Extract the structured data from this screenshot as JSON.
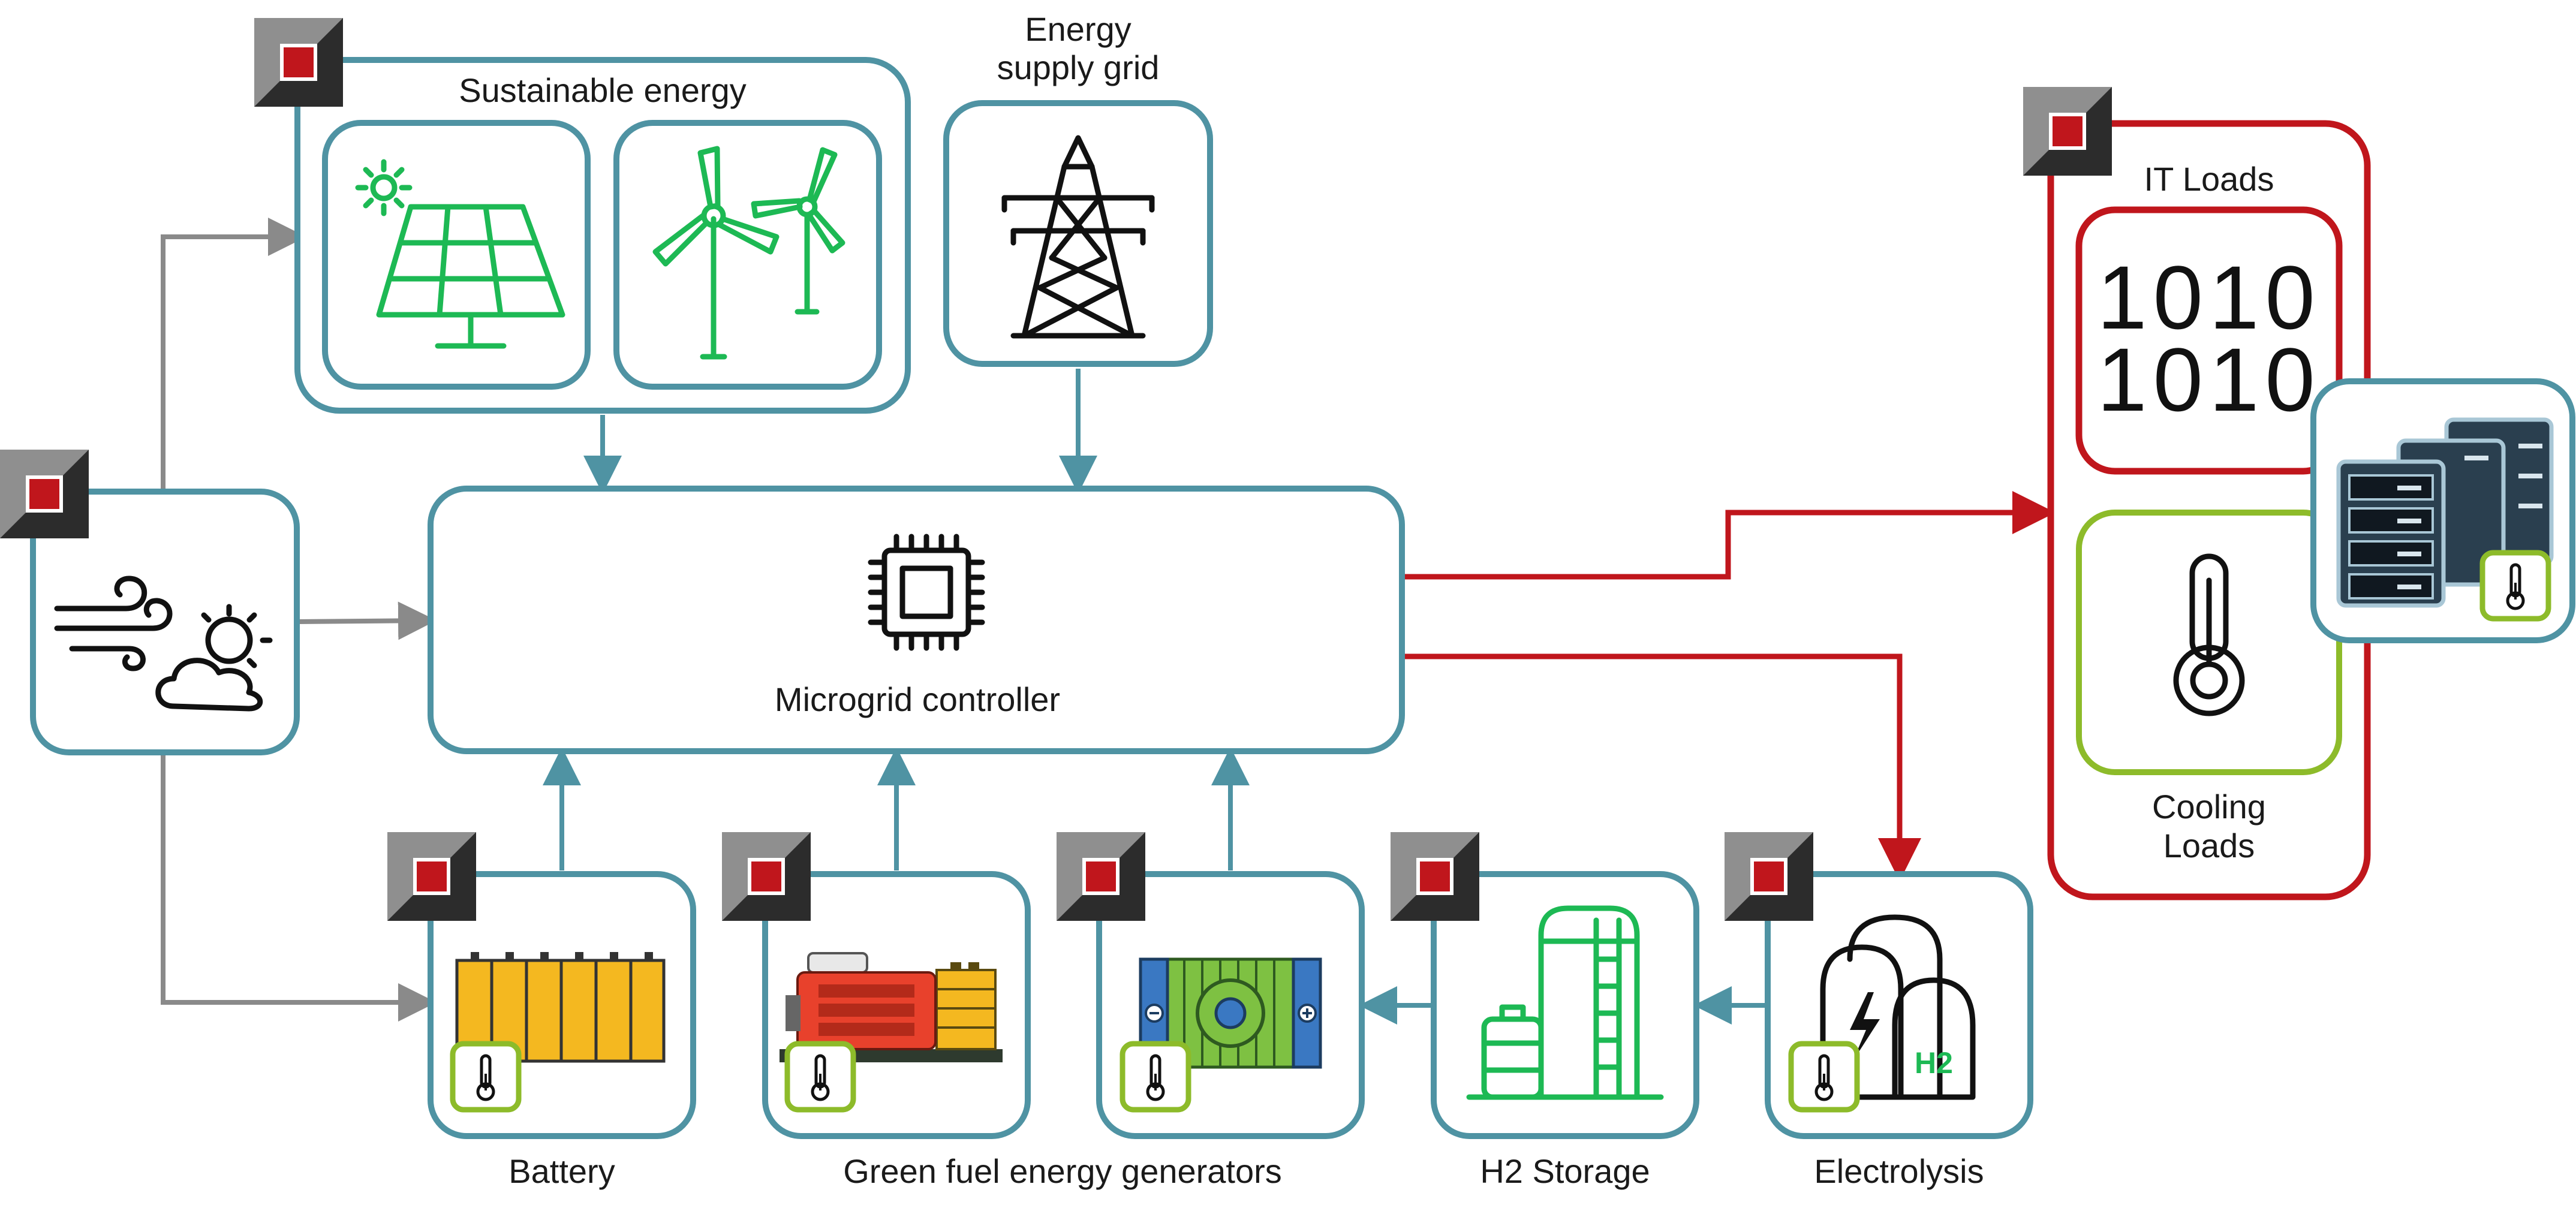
{
  "labels": {
    "sustainable_energy": "Sustainable energy",
    "grid_line1": "Energy",
    "grid_line2": "supply grid",
    "controller": "Microgrid controller",
    "it_loads": "IT Loads",
    "cooling_line1": "Cooling",
    "cooling_line2": "Loads",
    "battery": "Battery",
    "generators": "Green fuel energy generators",
    "h2_storage": "H2 Storage",
    "electrolysis": "Electrolysis",
    "binary_line1": "1010",
    "binary_line2": "1010",
    "h2": "H2"
  },
  "icons": [
    "solar-panel-icon",
    "wind-turbine-icon",
    "power-pylon-icon",
    "weather-icon",
    "chip-icon",
    "binary-icon",
    "thermometer-icon",
    "server-rack-icon",
    "battery-icon",
    "generator-icon",
    "fuel-cell-icon",
    "h2-tank-icon",
    "electrolyzer-icon",
    "sensor-badge-icon"
  ],
  "colors": {
    "box_stroke": "#4f93a3",
    "it_stroke": "#c0161c",
    "cooling_stroke": "#8dbb2a",
    "arrow_grey": "#8a8a8a",
    "arrow_teal": "#4f93a3",
    "arrow_red": "#c0161c",
    "icon_green": "#1db954",
    "battery_yellow": "#f4b820",
    "generator_red": "#e8412c",
    "fuel_cell_green": "#7ec142",
    "fuel_cell_blue": "#3a78c2"
  }
}
